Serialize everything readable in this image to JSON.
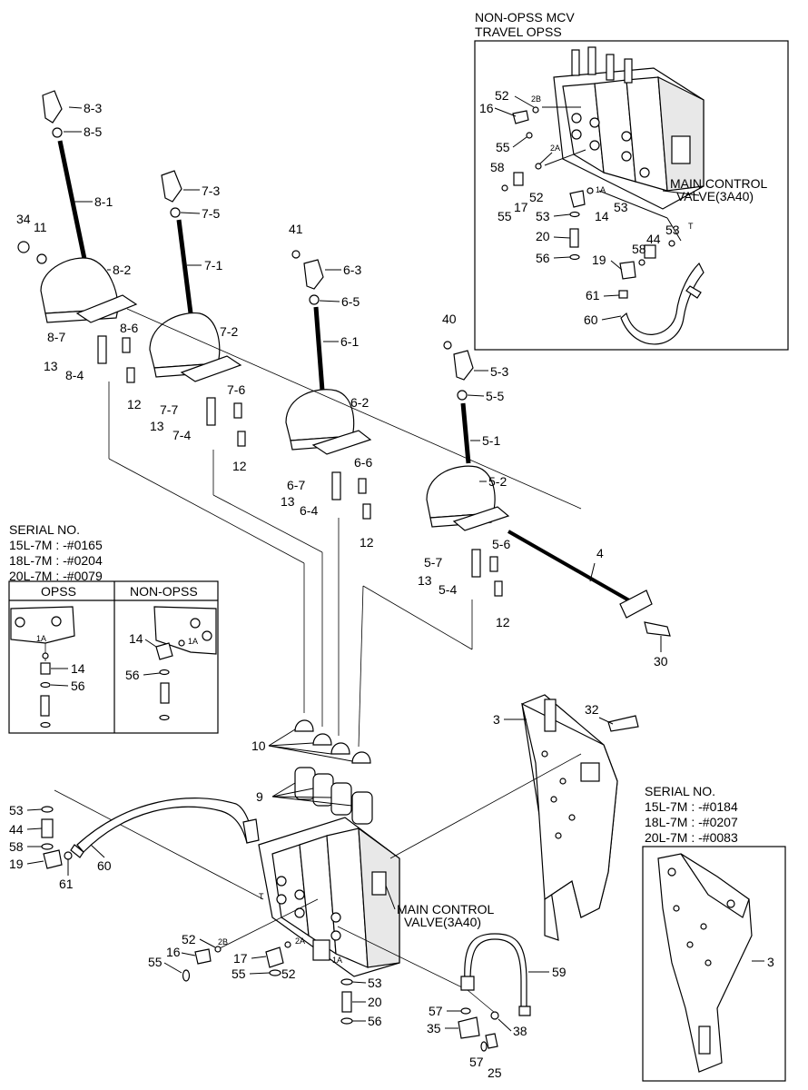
{
  "inset_top_right": {
    "title_line1": "NON-OPSS MCV",
    "title_line2": "TRAVEL OPSS",
    "valve_label_line1": "MAIN CONTROL",
    "valve_label_line2": "VALVE(3A40)",
    "callouts": [
      "52",
      "2B",
      "16",
      "55",
      "2A",
      "58",
      "17",
      "52",
      "1A",
      "14",
      "53",
      "55",
      "53",
      "20",
      "56",
      "44",
      "53",
      "T",
      "58",
      "19",
      "61",
      "60"
    ]
  },
  "inset_left": {
    "serial_title": "SERIAL NO.",
    "serial_lines": [
      "15L-7M : -#0165",
      "18L-7M : -#0204",
      "20L-7M : -#0079"
    ],
    "col_opss": "OPSS",
    "col_non_opss": "NON-OPSS",
    "callouts": [
      "1A",
      "14",
      "56",
      "14",
      "1A",
      "56"
    ]
  },
  "inset_bottom_right": {
    "serial_title": "SERIAL NO.",
    "serial_lines": [
      "15L-7M : -#0184",
      "18L-7M : -#0207",
      "20L-7M : -#0083"
    ],
    "callouts": [
      "3"
    ]
  },
  "main": {
    "valve_label_line1": "MAIN CONTROL",
    "valve_label_line2": "VALVE(3A40)",
    "lever8": [
      "8-3",
      "8-5",
      "8-1",
      "34",
      "11",
      "8-2",
      "8-7",
      "8-6",
      "13",
      "8-4",
      "12"
    ],
    "lever7": [
      "7-3",
      "7-5",
      "7-1",
      "7-2",
      "7-7",
      "7-6",
      "13",
      "7-4",
      "12"
    ],
    "lever6": [
      "41",
      "6-3",
      "6-5",
      "6-1",
      "6-2",
      "6-7",
      "6-6",
      "13",
      "6-4",
      "12"
    ],
    "lever5": [
      "40",
      "5-3",
      "5-5",
      "5-1",
      "5-2",
      "5-7",
      "5-6",
      "13",
      "5-4",
      "12"
    ],
    "misc": [
      "4",
      "30",
      "3",
      "32",
      "10",
      "9",
      "53",
      "44",
      "58",
      "19",
      "61",
      "60",
      "T",
      "52",
      "2B",
      "16",
      "55",
      "17",
      "2A",
      "55",
      "52",
      "1A",
      "53",
      "20",
      "56",
      "59",
      "57",
      "35",
      "38",
      "57",
      "25"
    ]
  }
}
